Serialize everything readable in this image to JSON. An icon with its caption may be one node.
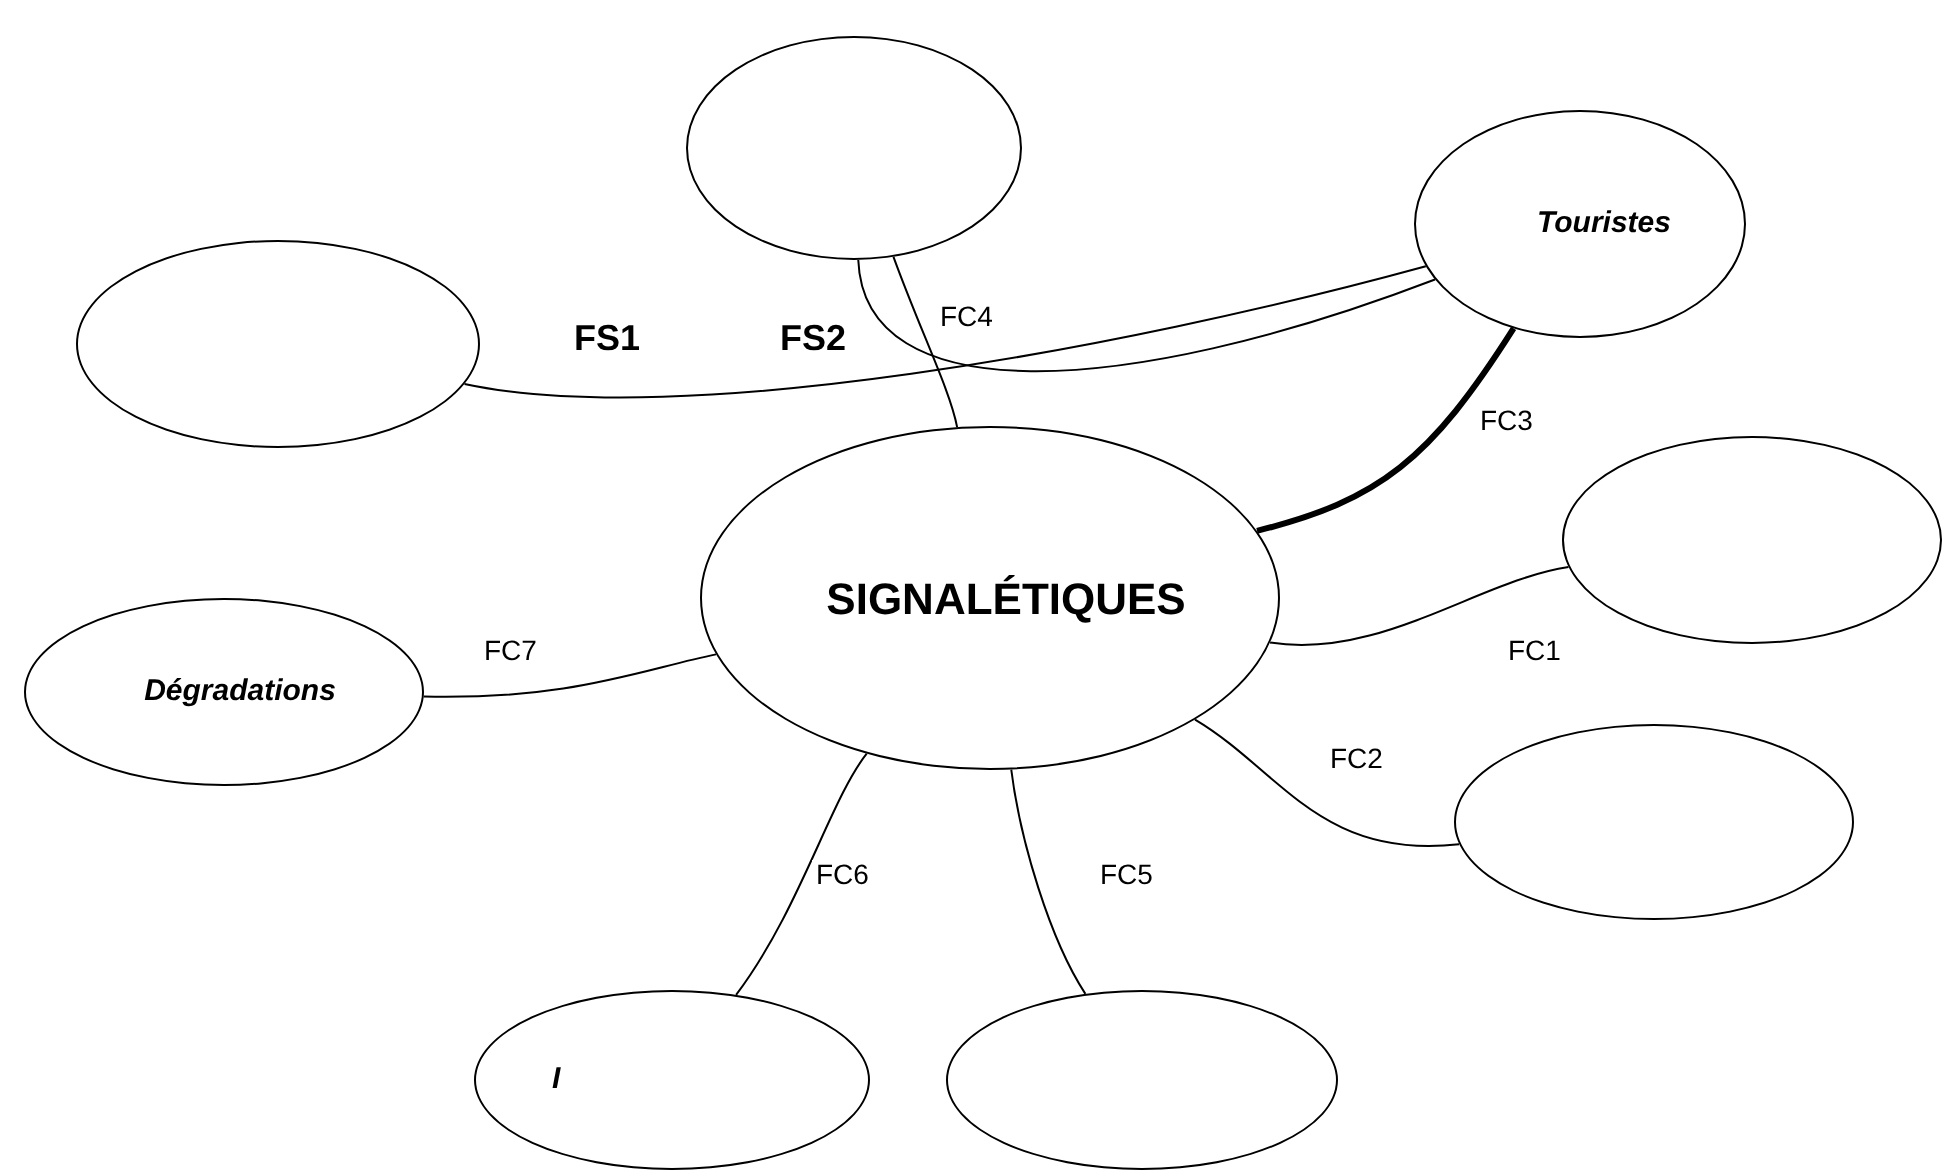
{
  "diagram": {
    "nodes": [
      {
        "text": [],
        "shape": "circle"
      },
      {
        "text": [
          "Touristes"
        ]
      },
      {
        "text": [],
        "shape": "circle"
      },
      {
        "text": [],
        "shape": "circle"
      },
      {
        "text": [
          "SIGNALÉTIQUES"
        ]
      },
      {
        "text": [
          "Dégradations"
        ]
      },
      {
        "text": [],
        "shape": "circle"
      },
      {
        "text": [
          "I"
        ]
      },
      {
        "text": [],
        "shape": "circle"
      }
    ],
    "edges": [
      {
        "from": 2,
        "to": 1,
        "arrow": "none",
        "label": "FS1"
      },
      {
        "from": 0,
        "to": 1,
        "arrow": "none",
        "label": "FS2"
      },
      {
        "from": 3,
        "to": 4,
        "arrow": "none",
        "label": "FC1"
      },
      {
        "from": 6,
        "to": 4,
        "arrow": "none",
        "label": "FC2"
      },
      {
        "from": 1,
        "to": 4,
        "arrow": "none",
        "label": "FC3",
        "style": "thick"
      },
      {
        "from": 0,
        "to": 4,
        "arrow": "none",
        "label": "FC4"
      },
      {
        "from": 8,
        "to": 4,
        "arrow": "none",
        "label": "FC5"
      },
      {
        "from": 7,
        "to": 4,
        "arrow": "none",
        "label": "FC6"
      },
      {
        "from": 5,
        "to": 4,
        "arrow": "none",
        "label": "FC7"
      }
    ]
  }
}
